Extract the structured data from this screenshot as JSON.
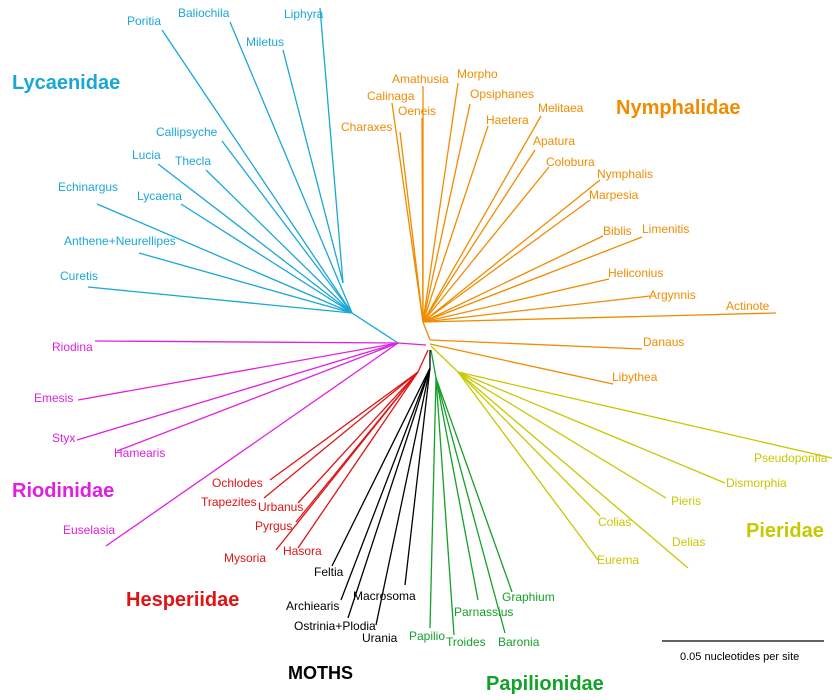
{
  "colors": {
    "lycaenidae": "#1aa7d6",
    "nymphalidae": "#f08c00",
    "riodinidae": "#e020e0",
    "hesperiidae": "#e01414",
    "moths": "#000000",
    "papilionidae": "#14a02a",
    "pieridae": "#c8c800"
  },
  "families": {
    "lycaenidae": "Lycaenidae",
    "nymphalidae": "Nymphalidae",
    "riodinidae": "Riodinidae",
    "hesperiidae": "Hesperiidae",
    "moths": "MOTHS",
    "papilionidae": "Papilionidae",
    "pieridae": "Pieridae"
  },
  "taxa": {
    "poritia": "Poritia",
    "baliochila": "Baliochila",
    "liphyra": "Liphyra",
    "miletus": "Miletus",
    "callipsyche": "Callipsyche",
    "lucia": "Lucia",
    "thecla": "Thecla",
    "echinargus": "Echinargus",
    "lycaena": "Lycaena",
    "anthene": "Anthene+Neurellipes",
    "curetis": "Curetis",
    "amathusia": "Amathusia",
    "morpho": "Morpho",
    "calinaga": "Calinaga",
    "opsiphanes": "Opsiphanes",
    "oeneis": "Oeneis",
    "melitaea": "Melitaea",
    "charaxes": "Charaxes",
    "haetera": "Haetera",
    "apatura": "Apatura",
    "colobura": "Colobura",
    "nymphalis": "Nymphalis",
    "marpesia": "Marpesia",
    "biblis": "Biblis",
    "limenitis": "Limenitis",
    "heliconius": "Heliconius",
    "argynnis": "Argynnis",
    "actinote": "Actinote",
    "danaus": "Danaus",
    "libythea": "Libythea",
    "riodina": "Riodina",
    "emesis": "Emesis",
    "styx": "Styx",
    "hamearis": "Hamearis",
    "euselasia": "Euselasia",
    "ochlodes": "Ochlodes",
    "trapezites": "Trapezites",
    "urbanus": "Urbanus",
    "pyrgus": "Pyrgus",
    "hasora": "Hasora",
    "mysoria": "Mysoria",
    "feltia": "Feltia",
    "macrosoma": "Macrosoma",
    "archiearis": "Archiearis",
    "ostrinia": "Ostrinia+Plodia",
    "urania": "Urania",
    "graphium": "Graphium",
    "parnassius": "Parnassius",
    "papilio": "Papilio",
    "troides": "Troides",
    "baronia": "Baronia",
    "pseudopontia": "Pseudopontia",
    "dismorphia": "Dismorphia",
    "pieris": "Pieris",
    "colias": "Colias",
    "delias": "Delias",
    "eurema": "Eurema"
  },
  "scale": {
    "label": "0.05 nucleotides per site"
  }
}
